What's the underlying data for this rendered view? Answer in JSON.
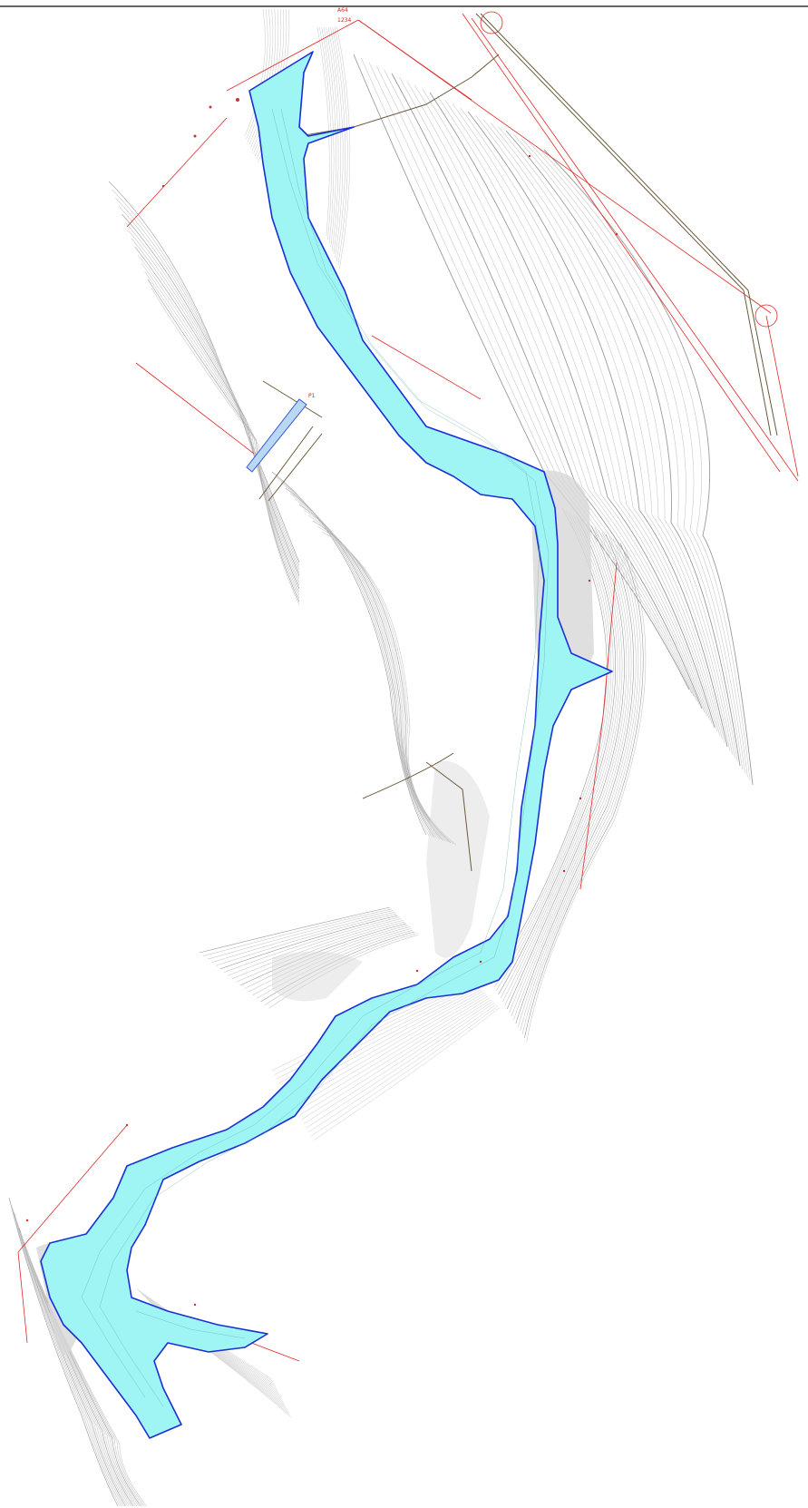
{
  "map": {
    "labels": {
      "top_survey_tag": "A64",
      "top_survey_sub": "1234",
      "bridge_tag": "P1"
    },
    "colors": {
      "paper": "#ffffff",
      "contour": "#9a9a9a",
      "contour_light": "#c8c8c8",
      "water_fill": "#9ff4f4",
      "water_edge": "#1a2fd6",
      "survey_line": "#e02828",
      "road": "#8a7a5a"
    }
  }
}
